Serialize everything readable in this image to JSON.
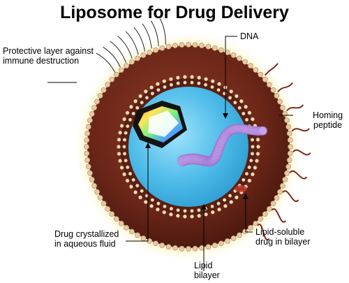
{
  "title": "Liposome for Drug Delivery",
  "labels": {
    "protective_layer": [
      "Protective layer against",
      "immune destruction"
    ],
    "dna": "DNA",
    "homing_peptide": [
      "Homing",
      "peptide"
    ],
    "drug_crystallized": [
      "Drug crystallized",
      "in aqueous fluid"
    ],
    "lipid_soluble": [
      "Lipid-soluble",
      "drug in bilayer"
    ],
    "lipid_bilayer": [
      "Lipid",
      "bilayer"
    ]
  },
  "colors": {
    "outer_glow": "#f6e58a",
    "bilayer": "#6e2a1c",
    "lipid_heads": "#e8c9a0",
    "aqueous_core": "#5cc6ee",
    "dna": "#c9a6ec",
    "peptide": "#7a2a1e",
    "drug_spot": "#c0392b"
  }
}
